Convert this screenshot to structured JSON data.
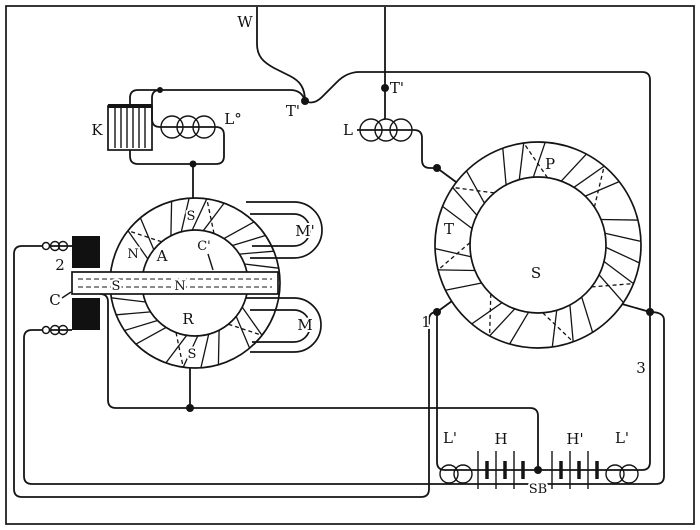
{
  "diagram": {
    "labels": {
      "antenna": "W",
      "tap_left": "T'",
      "tap_right": "T'",
      "condenser": "K",
      "coil_upper": "L°",
      "coil_mid": "L",
      "transformer": "T",
      "primary": "P",
      "secondary": "S",
      "magnet_upper": "M'",
      "magnet_lower": "M",
      "armature": "A",
      "commutator": "C'",
      "ring": "R",
      "ring_pole_top": "S",
      "ring_pole_left": "N",
      "ring_pole_bottom": "S",
      "bar_pole_s": "S",
      "bar_pole_n": "N",
      "brush_upper": "2",
      "brush_center": "C",
      "terminal_1": "1",
      "terminal_3": "3",
      "choke_left": "L'",
      "choke_right": "L'",
      "battery_left": "H",
      "battery_right": "H'",
      "storage_battery": "SB"
    }
  }
}
